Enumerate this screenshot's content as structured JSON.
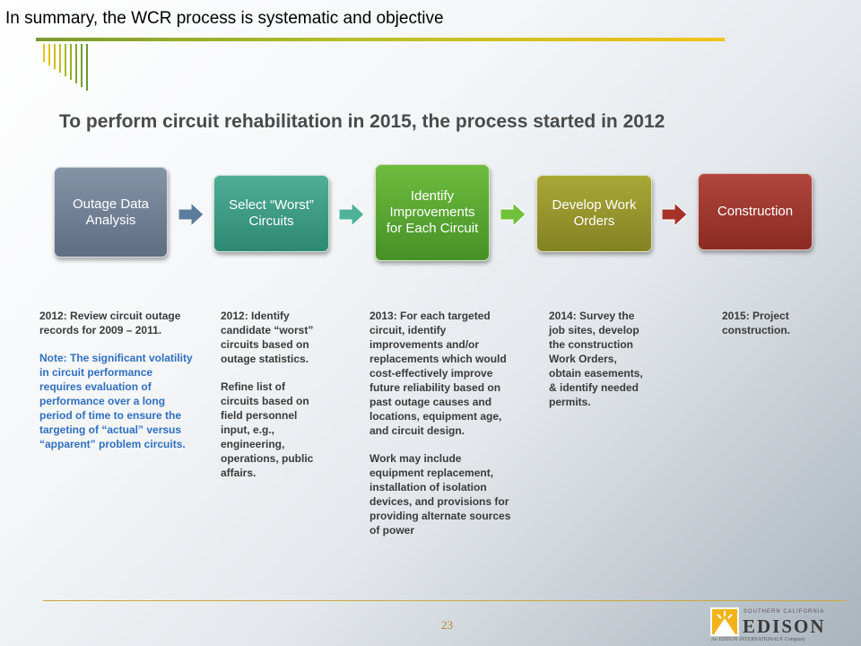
{
  "slide": {
    "title": "In summary, the WCR process is systematic and objective",
    "heading": "To perform circuit rehabilitation in 2015, the process started in 2012",
    "page_number": "23"
  },
  "steps": [
    {
      "label": "Outage Data Analysis",
      "color": "#6b798d"
    },
    {
      "label": "Select “Worst” Circuits",
      "color": "#3a9a80"
    },
    {
      "label": "Identify Improvements for Each Circuit",
      "color": "#56a531"
    },
    {
      "label": "Develop Work Orders",
      "color": "#97952c"
    },
    {
      "label": "Construction",
      "color": "#9c342b"
    }
  ],
  "arrow_colors": [
    "#5e7d9e",
    "#4fb39a",
    "#6fc13a",
    "#a6322a"
  ],
  "notes": {
    "col1": {
      "p1": "2012: Review circuit outage records for 2009 – 2011.",
      "p2": "Note:  The significant volatility in circuit performance requires evaluation of performance over a long period of time to ensure the targeting of “actual” versus “apparent” problem circuits."
    },
    "col2": {
      "p1": "2012: Identify candidate “worst” circuits based on outage statistics.",
      "p2": "Refine list of circuits based on field personnel input, e.g., engineering, operations, public affairs."
    },
    "col3": {
      "p1": "2013: For each targeted circuit, identify improvements and/or replacements  which would cost-effectively improve future reliability based on past outage causes and locations, equipment age, and circuit design.",
      "p2": "Work may include equipment replacement, installation of isolation devices, and provisions for providing alternate sources of power"
    },
    "col4": {
      "p1": "2014: Survey the job sites, develop the construction Work Orders, obtain easements, & identify needed permits."
    },
    "col5": {
      "p1": "2015: Project construction."
    }
  },
  "logo": {
    "top_line": "SOUTHERN CALIFORNIA",
    "wordmark": "EDISON",
    "tagline": "An EDISON INTERNATIONAL® Company",
    "accent": "#f2b21a"
  }
}
